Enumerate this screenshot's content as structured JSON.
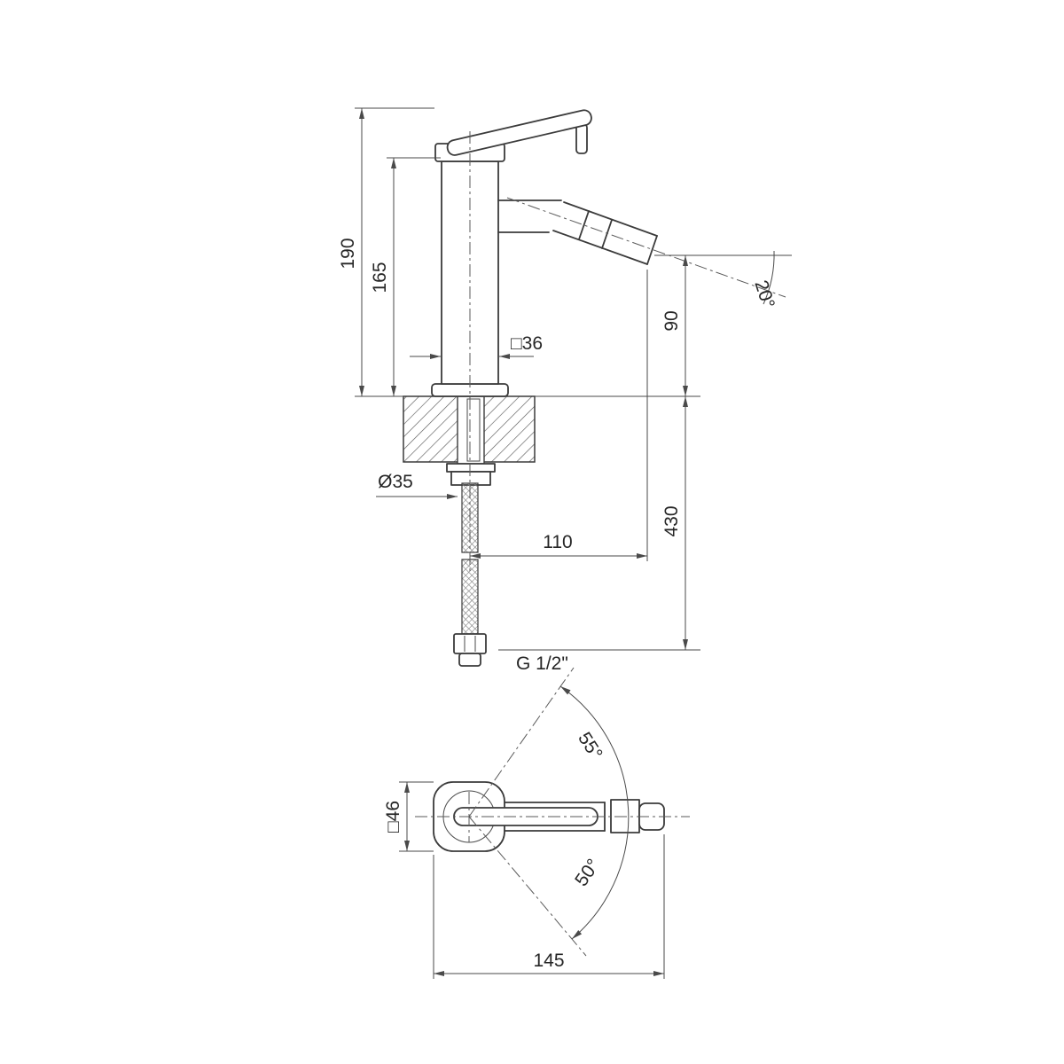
{
  "drawing": {
    "kind": "technical dimension drawing",
    "product": "single-lever bidet mixer tap",
    "colors": {
      "line": "#3b3b3b",
      "dimension": "#4a4a4a",
      "background": "#ffffff"
    }
  },
  "front": {
    "total_height": "190",
    "body_height": "165",
    "body_width": "□36",
    "spout_height": "90",
    "spout_angle": "20°",
    "hole_diameter": "Ø35",
    "spout_reach": "110",
    "hose_length": "430",
    "connection_thread": "G 1/2\""
  },
  "top": {
    "swing_upper": "55°",
    "swing_lower": "50°",
    "body_square": "□46",
    "overall_length": "145"
  }
}
